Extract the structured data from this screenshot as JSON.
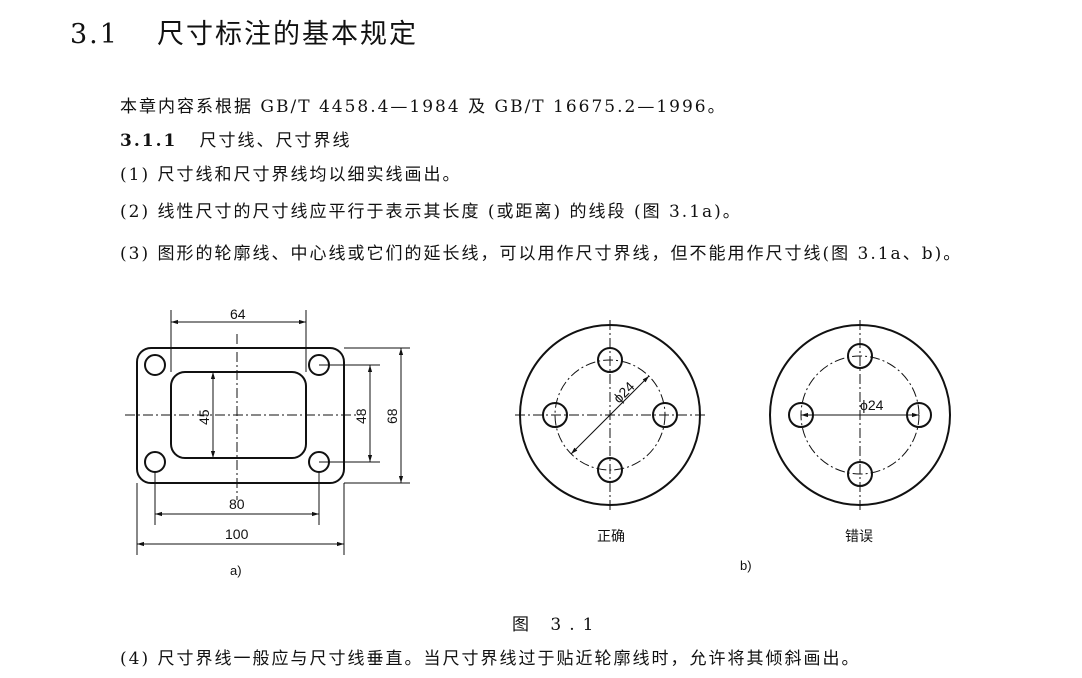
{
  "section": {
    "number": "3.1",
    "title": "尺寸标注的基本规定"
  },
  "intro": "本章内容系根据 GB/T 4458.4—1984 及 GB/T 16675.2—1996。",
  "subsection": {
    "number": "3.1.1",
    "title": "尺寸线、尺寸界线"
  },
  "items": [
    "(1) 尺寸线和尺寸界线均以细实线画出。",
    "(2) 线性尺寸的尺寸线应平行于表示其长度 (或距离) 的线段 (图 3.1a)。",
    "(3) 图形的轮廓线、中心线或它们的延长线，可以用作尺寸界线，但不能用作尺寸线(图 3.1a、b)。",
    "(4) 尺寸界线一般应与尺寸线垂直。当尺寸界线过于贴近轮廓线时，允许将其倾斜画出。"
  ],
  "figure": {
    "caption": "图 3.1",
    "a": {
      "label": "a)",
      "dims": {
        "top_width": "64",
        "inner_height": "45",
        "mid_height": "48",
        "outer_height": "68",
        "inner_width": "80",
        "outer_width": "100"
      }
    },
    "b": {
      "label": "b)",
      "correct_label": "正确",
      "wrong_label": "错误",
      "diameter_label": "ϕ24"
    }
  }
}
